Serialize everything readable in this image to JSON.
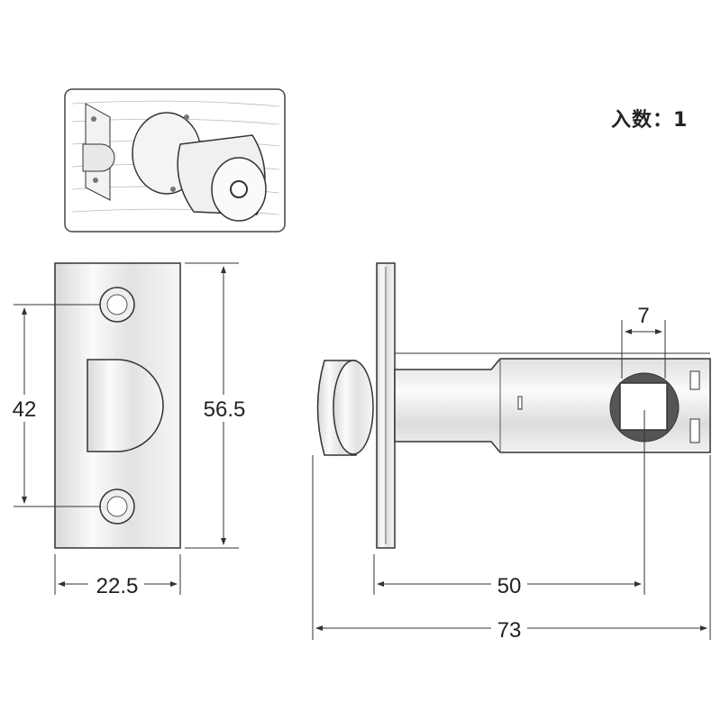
{
  "quantity_label": "入数：1",
  "dimensions": {
    "hole_spacing": "42",
    "plate_height": "56.5",
    "plate_width": "22.5",
    "square_hole": "7",
    "backset": "50",
    "overall_length": "73"
  },
  "colors": {
    "line": "#333333",
    "metal_light": "#f4f4f4",
    "metal_dark": "#bdbdbd"
  }
}
